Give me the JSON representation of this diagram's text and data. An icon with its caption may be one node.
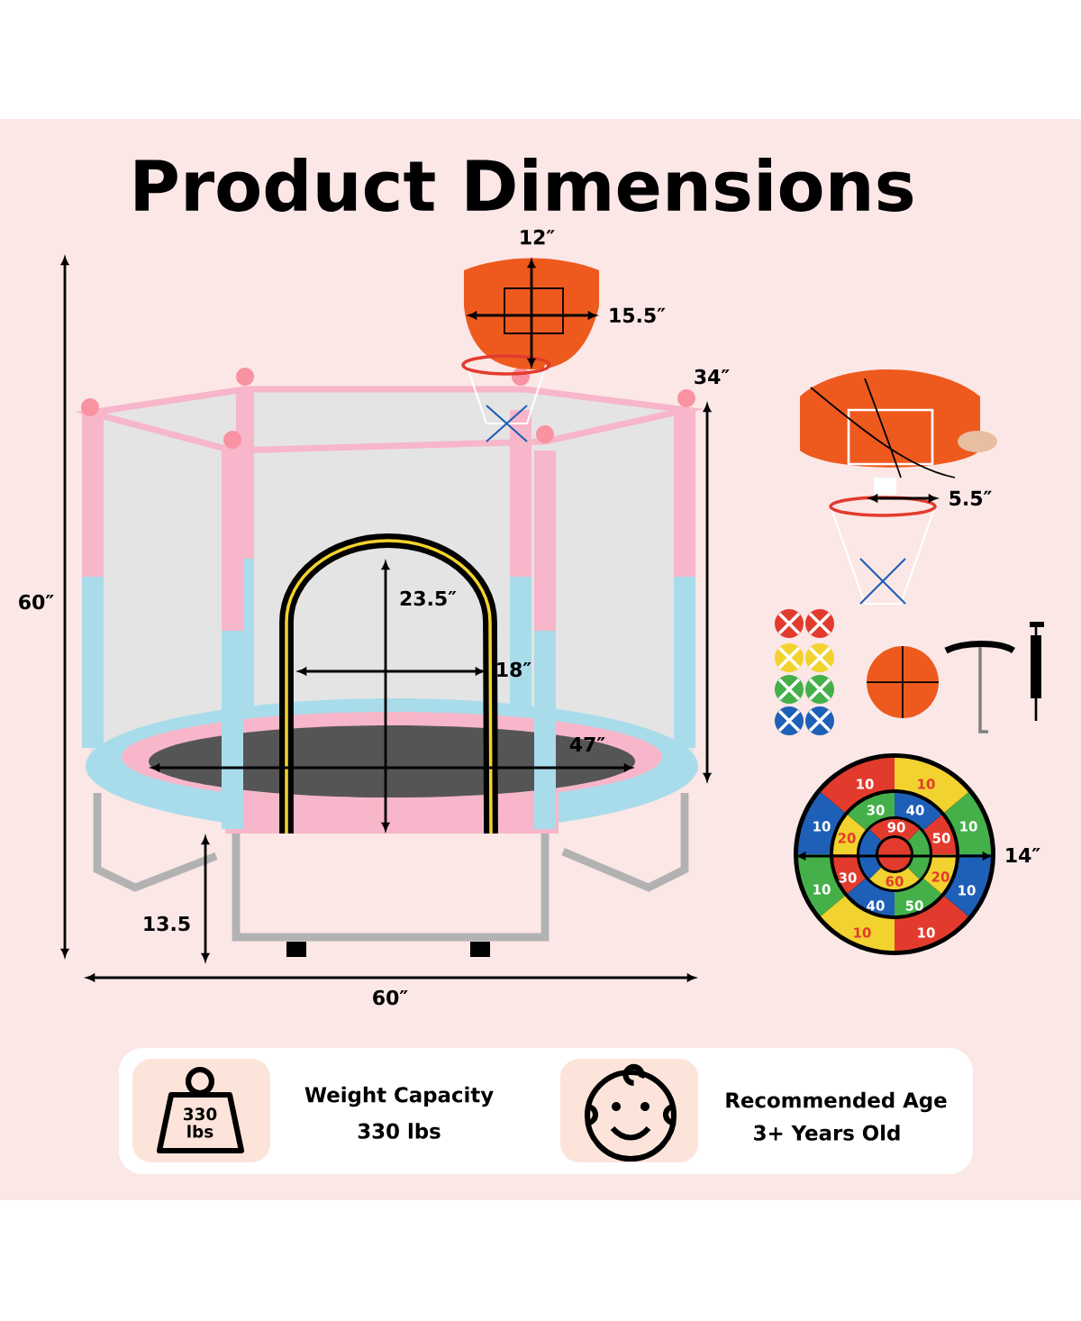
{
  "diagram": {
    "title": "Product Dimensions",
    "labels": [
      "12″",
      "15.5″",
      "34″",
      "5.5″",
      "60″",
      "23.5″",
      "18″",
      "47″",
      "10",
      "10",
      "30",
      "40",
      "10",
      "90",
      "10",
      "20",
      "50",
      "14″",
      "30",
      "20",
      "60",
      "10",
      "10",
      "40",
      "50",
      "13.5",
      "10",
      "10",
      "60″",
      "330 lbs",
      "Weight Capacity",
      "330 lbs",
      "Recommended Age",
      "3+ Years Old"
    ]
  }
}
